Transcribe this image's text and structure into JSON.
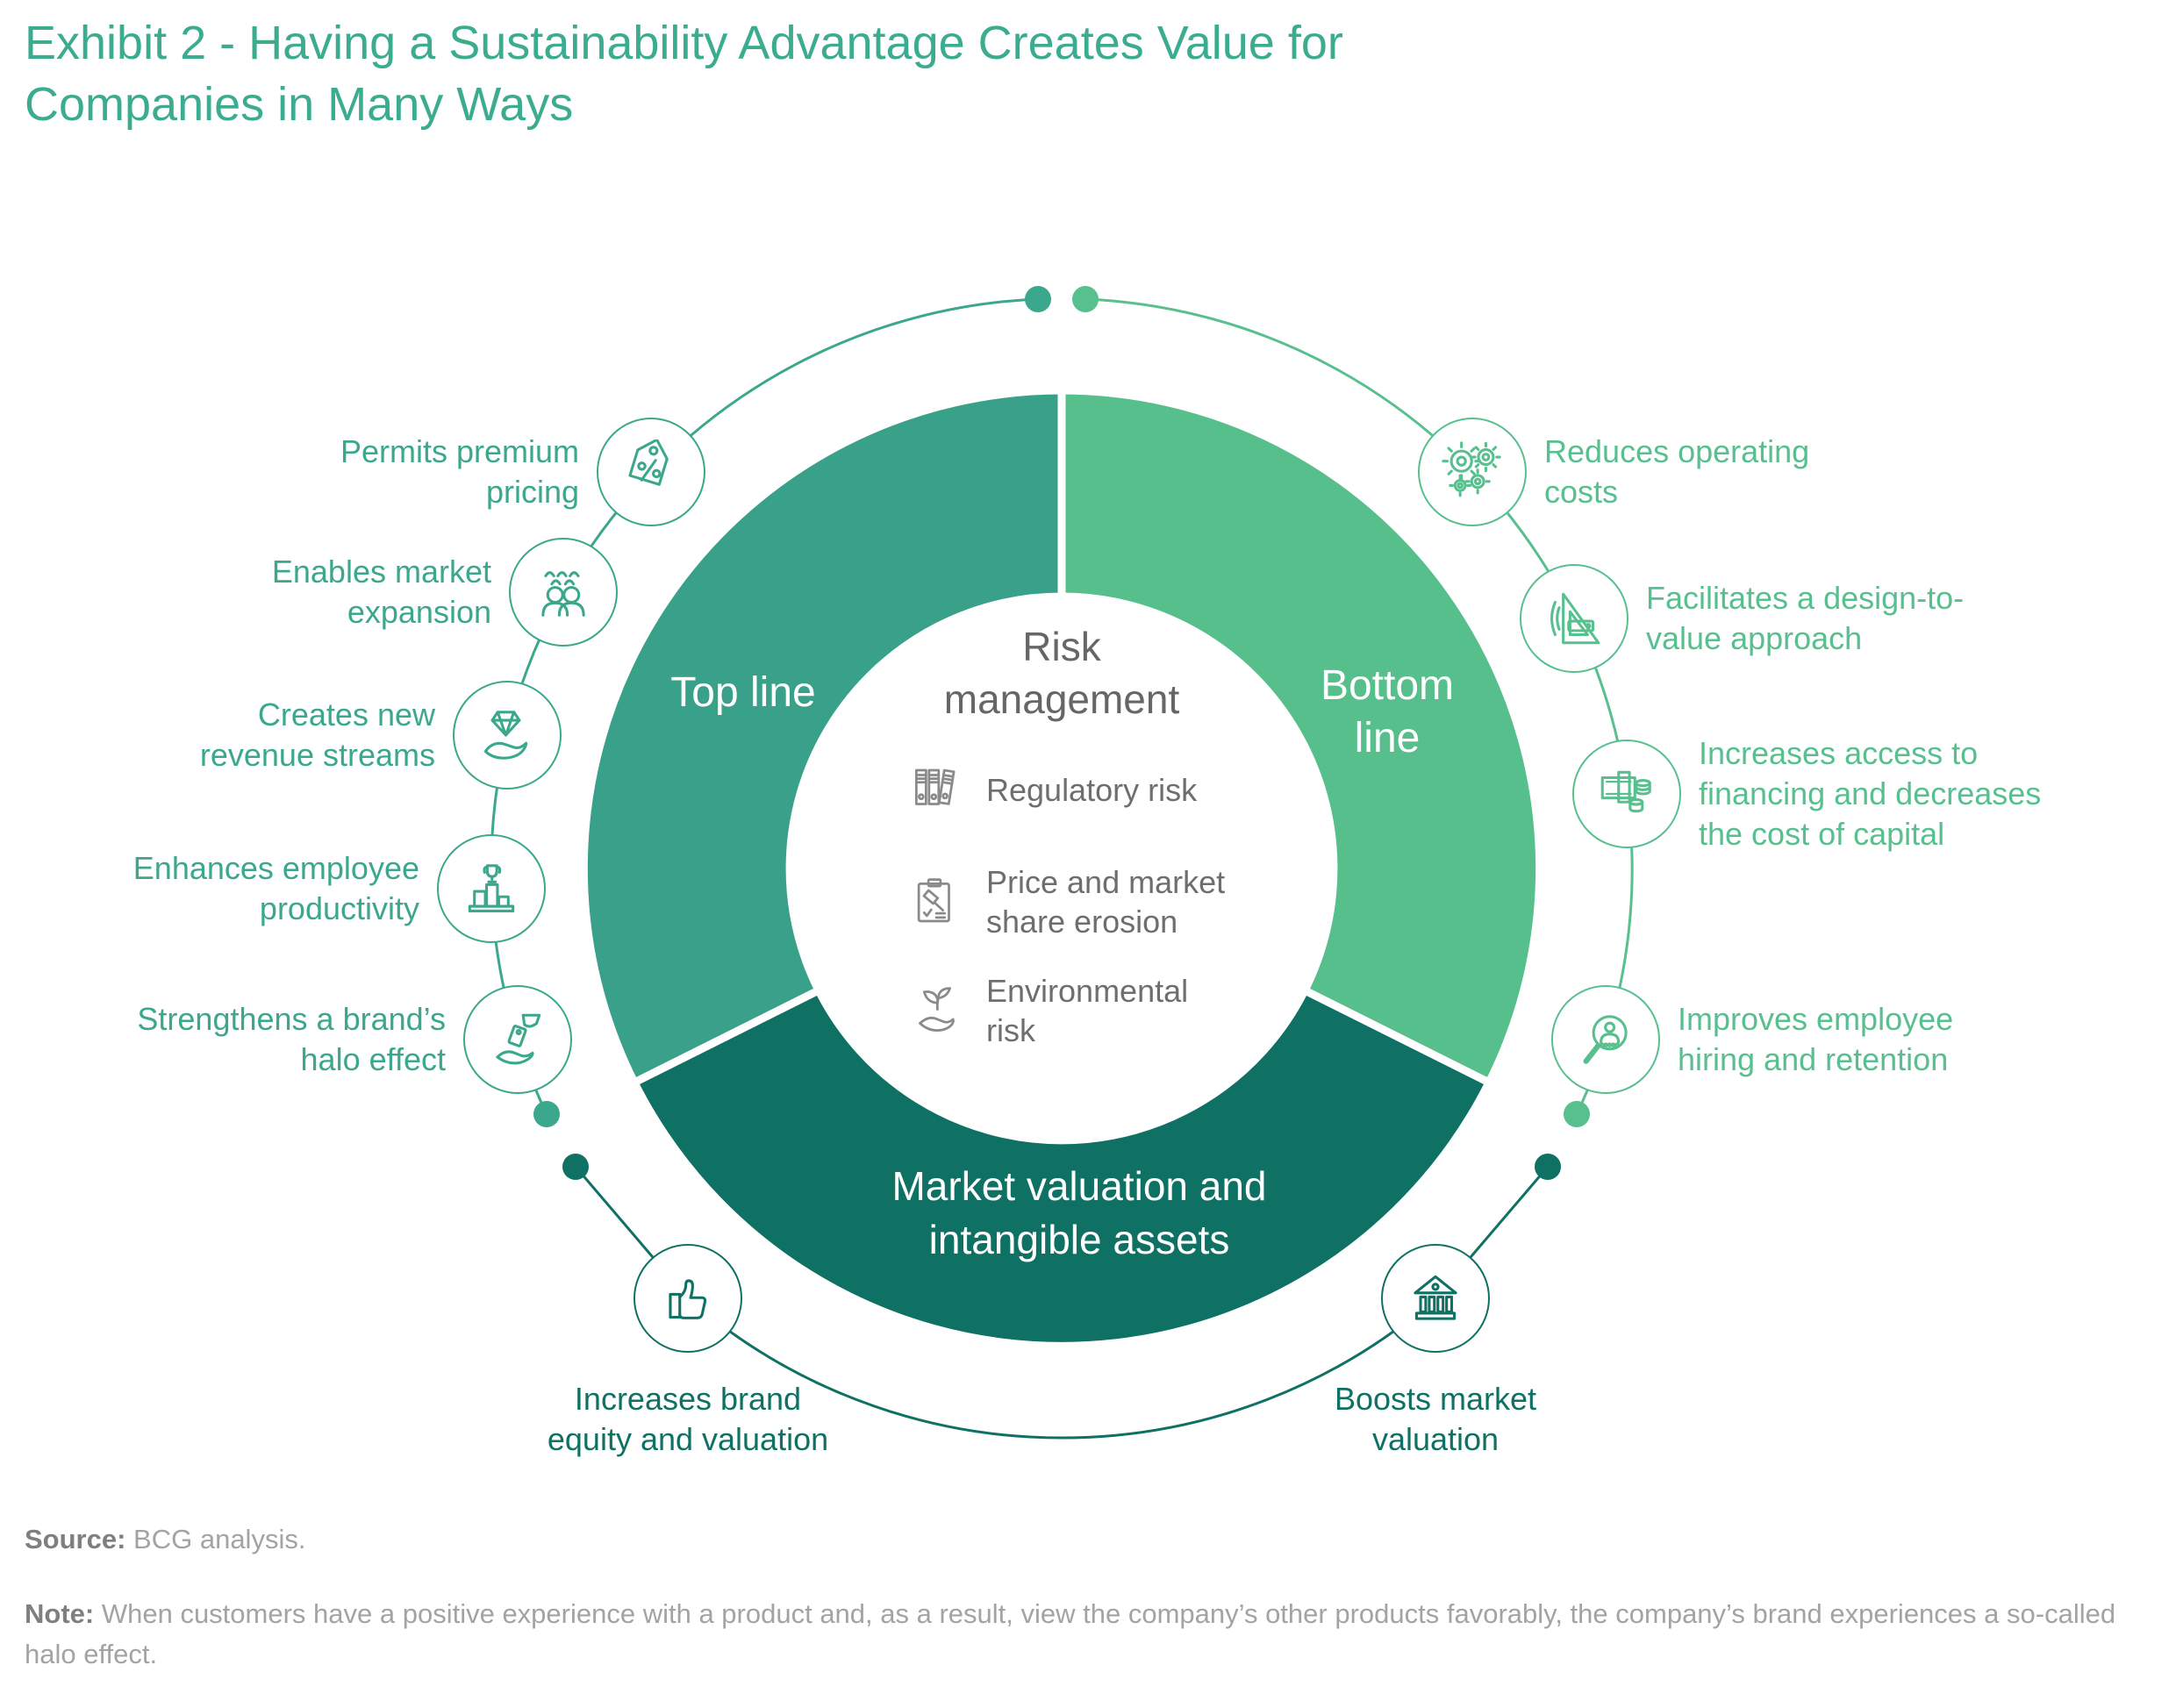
{
  "title": "Exhibit 2 - Having a Sustainability Advantage Creates Value for Companies in Many Ways",
  "colors": {
    "title_teal": "#3BAC90",
    "top_line_segment": "#39A189",
    "bottom_line_segment": "#56BF8C",
    "market_valuation_segment": "#0F7164",
    "top_line_accent": "#3BA78C",
    "bottom_line_accent": "#58BF8E",
    "market_valuation_accent": "#0F7164",
    "center_text_gray": "#666666",
    "footer_gray": "#a3a3a3"
  },
  "segments": {
    "top_line": {
      "label": "Top line"
    },
    "bottom_line": {
      "label": "Bottom line"
    },
    "market_valuation": {
      "label": "Market valuation and intangible assets"
    }
  },
  "center": {
    "heading": "Risk management",
    "items": [
      {
        "icon": "binders-icon",
        "label": "Regulatory risk"
      },
      {
        "icon": "clipboard-gavel-icon",
        "label": "Price and market share erosion"
      },
      {
        "icon": "plant-hand-icon",
        "label": "Environmental risk"
      }
    ]
  },
  "benefits": {
    "top_line": [
      {
        "icon": "price-tag-percent-icon",
        "label": "Permits premium pricing"
      },
      {
        "icon": "crowd-icon",
        "label": "Enables market expansion"
      },
      {
        "icon": "diamond-hand-icon",
        "label": "Creates new revenue streams"
      },
      {
        "icon": "podium-trophy-icon",
        "label": "Enhances employee productivity"
      },
      {
        "icon": "hands-price-tag-icon",
        "label": "Strengthens a brand’s halo effect"
      }
    ],
    "bottom_line": [
      {
        "icon": "gears-icon",
        "label": "Reduces operating costs"
      },
      {
        "icon": "drafting-tools-icon",
        "label": "Facilitates a design-to-value approach"
      },
      {
        "icon": "banknotes-coins-icon",
        "label": "Increases access to financing and decreases the cost of capital"
      },
      {
        "icon": "magnifier-person-icon",
        "label": "Improves employee hiring and retention"
      }
    ],
    "market_valuation": [
      {
        "icon": "thumbs-up-icon",
        "label": "Increases brand equity and valuation"
      },
      {
        "icon": "bank-icon",
        "label": "Boosts market valuation"
      }
    ]
  },
  "footer": {
    "source_label": "Source:",
    "source_text": "BCG analysis.",
    "note_label": "Note:",
    "note_text": "When customers have a positive experience with a product and, as a result, view the company’s other products favorably, the company’s brand experiences a so-called halo effect."
  }
}
